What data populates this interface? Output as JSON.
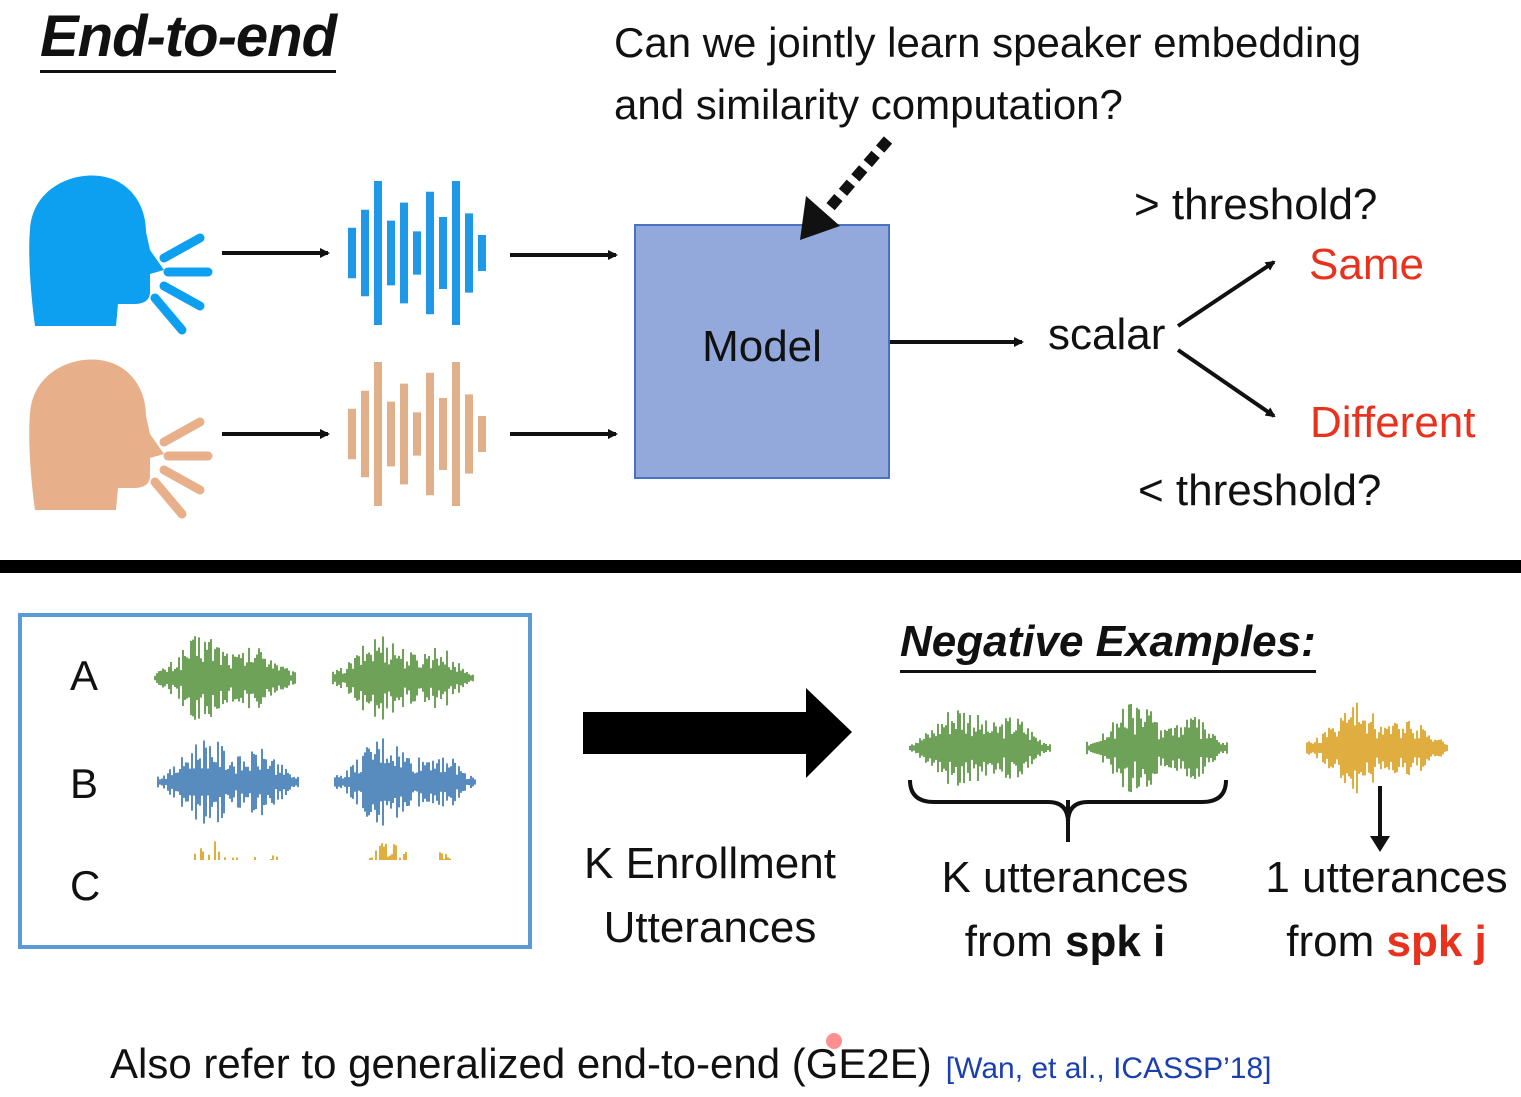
{
  "title": "End-to-end",
  "question": {
    "line1": "Can we jointly learn speaker embedding",
    "line2": "and similarity computation?"
  },
  "model_label": "Model",
  "scalar_label": "scalar",
  "gt_threshold": "> threshold?",
  "lt_threshold": "< threshold?",
  "same_label": "Same",
  "different_label": "Different",
  "colors": {
    "speaker_top": "#0ea0f0",
    "speaker_bottom": "#e8b08a",
    "wave_blue": "#1f98e8",
    "wave_tan": "#e0b08a",
    "model_fill": "#93a9dc",
    "model_border": "#4a72c4",
    "result_red": "#e8321e",
    "audio_green": "#4a8a2e",
    "audio_blue": "#2e6fad",
    "audio_gold": "#d99a10",
    "box_border": "#5b9bd5"
  },
  "speakers": [
    "A",
    "B",
    "C"
  ],
  "enroll_caption": {
    "line1": "K Enrollment",
    "line2": "Utterances"
  },
  "negative_title": "Negative Examples:",
  "k_caption": {
    "line1": "K utterances",
    "line2_prefix": "from ",
    "line2_bold": "spk i"
  },
  "one_caption": {
    "line1": "1 utterances",
    "line2_prefix": "from ",
    "line2_bold": "spk j"
  },
  "footer": {
    "text": "Also refer to generalized end-to-end (GE2E)",
    "citation": "[Wan, et al., ICASSP’18]"
  }
}
